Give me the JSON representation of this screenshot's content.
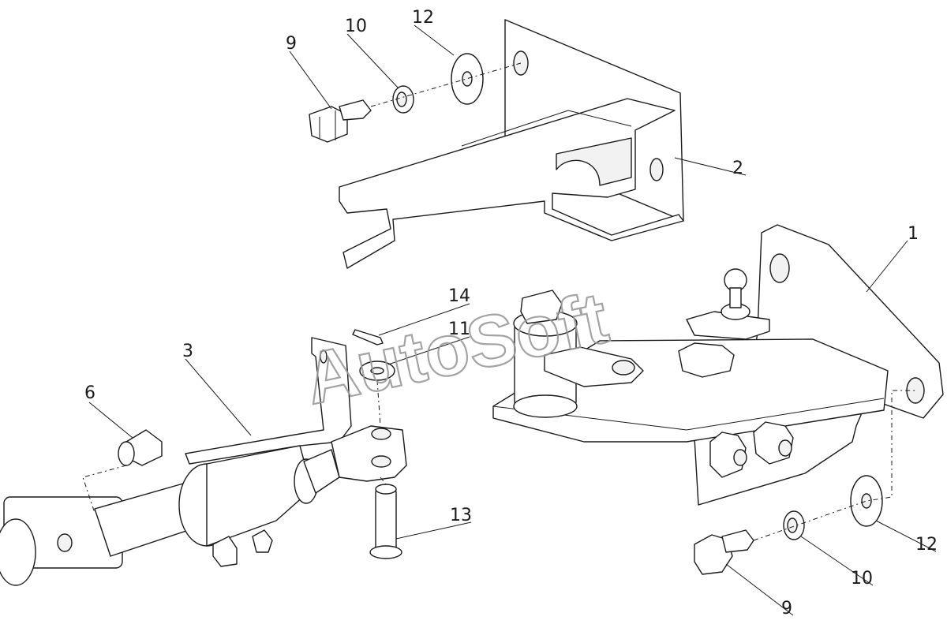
{
  "watermark": "AutoSoft",
  "callouts": {
    "c1": "1",
    "c2": "2",
    "c3": "3",
    "c6": "6",
    "c9a": "9",
    "c10a": "10",
    "c12a": "12",
    "c14": "14",
    "c11": "11",
    "c13": "13",
    "c12b": "12",
    "c10b": "10",
    "c9b": "9"
  }
}
